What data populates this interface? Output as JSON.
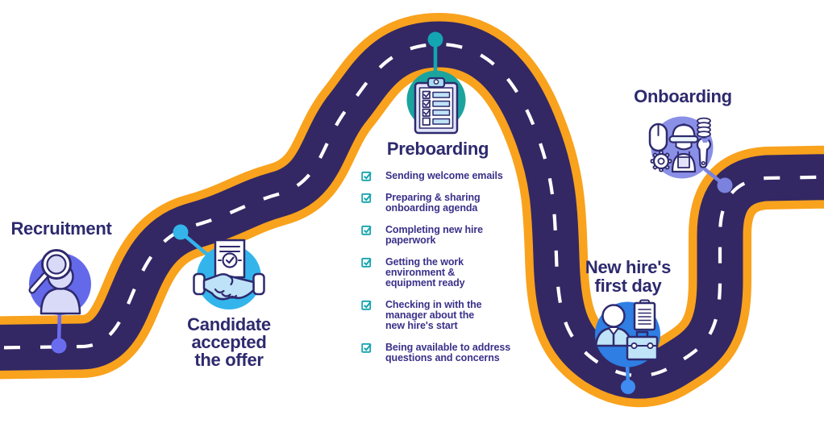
{
  "colors": {
    "background": "#FFFFFF",
    "road_border": "#F9A21D",
    "road_surface": "#332863",
    "road_dash": "#FFFFFF",
    "title_text": "#2E2A6E",
    "task_text": "#3A3189",
    "checkbox": "#14A4AD",
    "icon_outline": "#2E2A6E"
  },
  "stages": [
    {
      "id": "recruitment",
      "title": "Recruitment",
      "icon": "magnifier-person-icon",
      "circle_color": "#6469E9",
      "connector_color": "#6A6CF0"
    },
    {
      "id": "candidate-accepted",
      "title": "Candidate\naccepted\nthe offer",
      "icon": "handshake-document-icon",
      "circle_color": "#33B5EC",
      "connector_color": "#33B5EC"
    },
    {
      "id": "preboarding",
      "title": "Preboarding",
      "icon": "clipboard-checklist-icon",
      "circle_color": "#1BA49E",
      "connector_color": "#14A5B2",
      "tasks": [
        "Sending welcome emails",
        "Preparing & sharing\nonboarding agenda",
        "Completing new hire\npaperwork",
        "Getting the work\nenvironment &\nequipment ready",
        "Checking in with the\nmanager about the\nnew hire's start",
        "Being available to address\nquestions and concerns"
      ]
    },
    {
      "id": "new-hire-first-day",
      "title": "New hire's\nfirst day",
      "icon": "employee-briefcase-icon",
      "circle_color": "#2F7EE3",
      "connector_color": "#3E8BF2"
    },
    {
      "id": "onboarding",
      "title": "Onboarding",
      "icon": "worker-tools-icon",
      "circle_color": "#8A90E6",
      "connector_color": "#7A82DE"
    }
  ]
}
